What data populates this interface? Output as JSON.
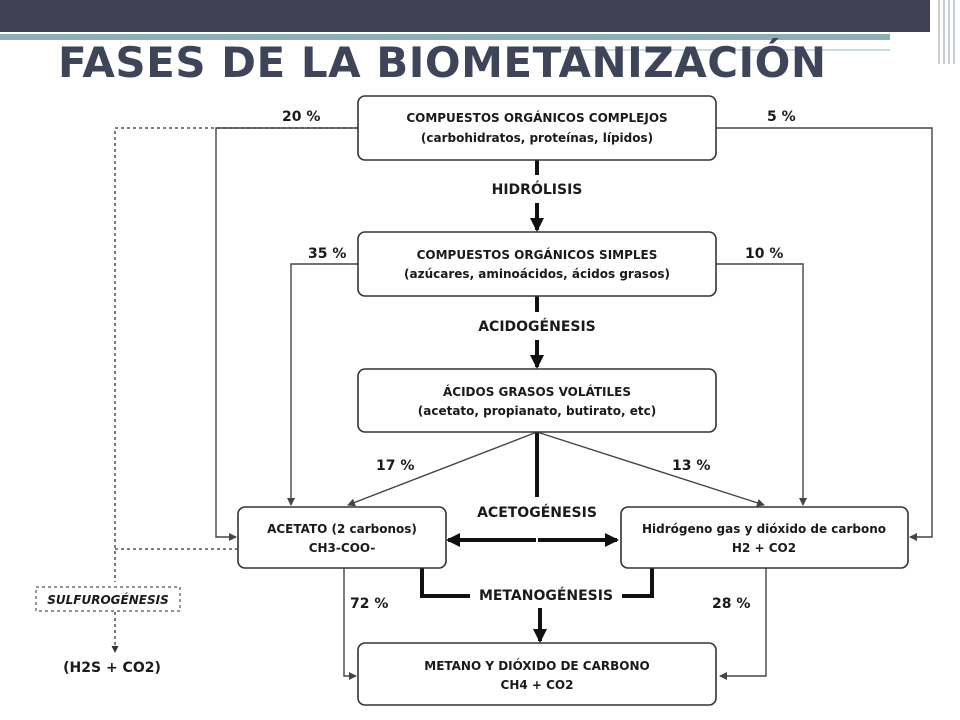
{
  "slide": {
    "title": "FASES DE LA BIOMETANIZACIÓN"
  },
  "diagram": {
    "nodes": {
      "complejos": {
        "line1": "COMPUESTOS ORGÁNICOS COMPLEJOS",
        "line2": "(carbohidratos, proteínas, lípidos)"
      },
      "simples": {
        "line1": "COMPUESTOS ORGÁNICOS SIMPLES",
        "line2": "(azúcares, aminoácidos, ácidos grasos)"
      },
      "volatiles": {
        "line1": "ÁCIDOS GRASOS VOLÁTILES",
        "line2": "(acetato, propianato, butirato, etc)"
      },
      "acetato": {
        "line1": "ACETATO (2 carbonos)",
        "line2": "CH3-COO-"
      },
      "hidrogeno": {
        "line1": "Hidrógeno gas y dióxido de carbono",
        "line2": "H2 + CO2"
      },
      "metano": {
        "line1": "METANO Y DIÓXIDO DE CARBONO",
        "line2": "CH4 + CO2"
      },
      "sulfuro": {
        "label": "(H2S + CO2)"
      }
    },
    "phases": {
      "hidrolisis": "HIDRÓLISIS",
      "acidogenesis": "ACIDOGÉNESIS",
      "acetogenesis": "ACETOGÉNESIS",
      "metanogenesis": "METANOGÉNESIS",
      "sulfurogenesis": "SULFUROGÉNESIS"
    },
    "percentages": {
      "p20": "20 %",
      "p5": "5 %",
      "p35": "35 %",
      "p10": "10 %",
      "p17": "17 %",
      "p13": "13 %",
      "p72": "72 %",
      "p28": "28 %"
    }
  }
}
